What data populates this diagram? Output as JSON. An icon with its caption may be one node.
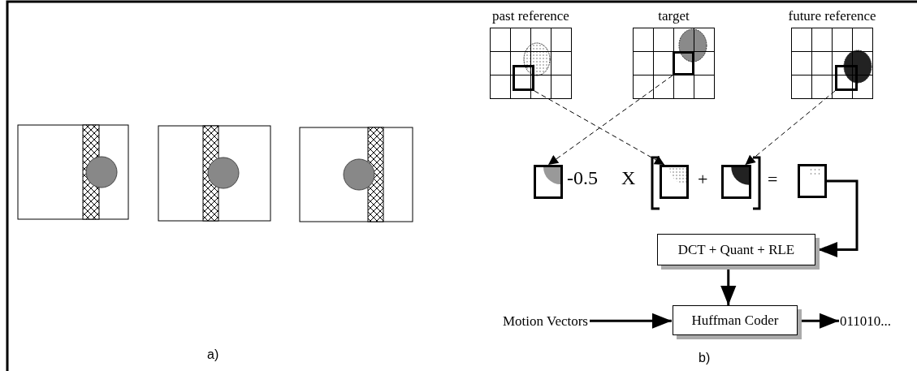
{
  "diagram": {
    "nodes": [
      {
        "text": [
          "past reference"
        ]
      },
      {
        "text": [],
        "shape": "box",
        "in": 0
      },
      {
        "text": [
          "target"
        ]
      },
      {
        "text": [],
        "shape": "box",
        "in": 2
      },
      {
        "text": [
          "future reference"
        ]
      },
      {
        "text": [],
        "shape": "box",
        "in": 4
      },
      {
        "text": [],
        "shape": "box"
      },
      {
        "text": [],
        "shape": "box"
      },
      {
        "text": [],
        "shape": "box"
      },
      {
        "text": [],
        "shape": "box"
      },
      {
        "text": [
          "DCT + Quant + RLE"
        ]
      },
      {
        "text": [
          "Huffman Coder"
        ]
      },
      {
        "text": [
          "Motion Vectors"
        ]
      },
      {
        "text": [
          "011010..."
        ]
      }
    ],
    "edges": [
      {
        "from": 3,
        "to": 6,
        "arrow": "to",
        "style": "dashed"
      },
      {
        "from": 1,
        "to": 7,
        "arrow": "to",
        "style": "dashed"
      },
      {
        "from": 5,
        "to": 8,
        "arrow": "to",
        "style": "dashed"
      },
      {
        "from": 9,
        "to": 10,
        "arrow": "to"
      },
      {
        "from": 10,
        "to": 11,
        "arrow": "to"
      },
      {
        "from": 12,
        "to": 11,
        "arrow": "to"
      },
      {
        "from": 11,
        "to": 13,
        "arrow": "to"
      }
    ],
    "labels": [
      "-0.5",
      "X",
      "+",
      "=",
      "a)",
      "b)"
    ]
  }
}
